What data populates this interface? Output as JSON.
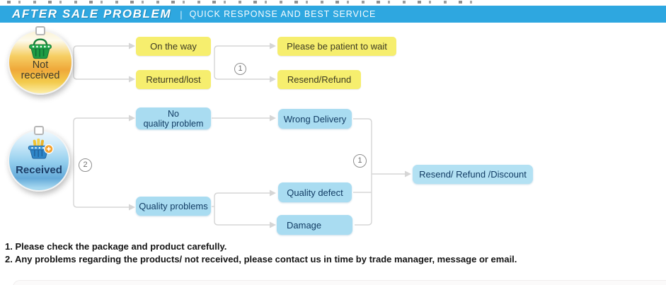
{
  "colors": {
    "banner_bg": "#2ea7e0",
    "yellow_box": "#f6ee6e",
    "yellow_text": "#3c3a22",
    "blue_box": "#a9dcf1",
    "blue_text": "#123c64",
    "result_box": "#b3e1f3",
    "line": "#d6d6d6"
  },
  "banner": {
    "title": "AFTER SALE PROBLEM",
    "separator": "|",
    "subtitle": "QUICK RESPONSE AND BEST SERVICE"
  },
  "flow": {
    "sources": [
      {
        "id": "not_received",
        "label_lines": [
          "Not",
          "received"
        ],
        "icon": "green-shopping-basket"
      },
      {
        "id": "received",
        "label": "Received",
        "icon": "blue-shopping-basket"
      }
    ],
    "nodes": {
      "on_the_way": "On the way",
      "returned_lost": "Returned/lost",
      "patient_wait": "Please be patient to wait",
      "resend_refund": "Resend/Refund",
      "no_quality_problem_line1": "No",
      "no_quality_problem_line2": "quality problem",
      "quality_problems": "Quality problems",
      "wrong_delivery": "Wrong Delivery",
      "quality_defect": "Quality defect",
      "damage": "Damage",
      "result": "Resend/ Refund /Discount"
    },
    "badges": {
      "branch1": "1",
      "branch2": "2",
      "collector": "1"
    }
  },
  "notes": {
    "line1": "1. Please check the package and product carefully.",
    "line2": "2. Any problems regarding the products/ not received, please contact us in time by trade manager, message or email."
  }
}
